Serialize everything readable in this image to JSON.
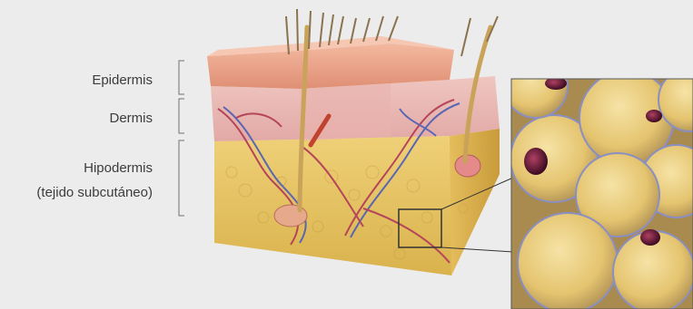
{
  "labels": {
    "epidermis": "Epidermis",
    "dermis": "Dermis",
    "hipodermis": "Hipodermis",
    "hipodermis_sub": "(tejido subcutáneo)"
  },
  "colors": {
    "background": "#ececec",
    "epidermis": "#e9a48c",
    "dermis": "#eab7b2",
    "hypodermis": "#e7c76a",
    "fat_cell": "#e8cd7e",
    "nucleus": "#5a1a33",
    "bracket": "#707070"
  }
}
